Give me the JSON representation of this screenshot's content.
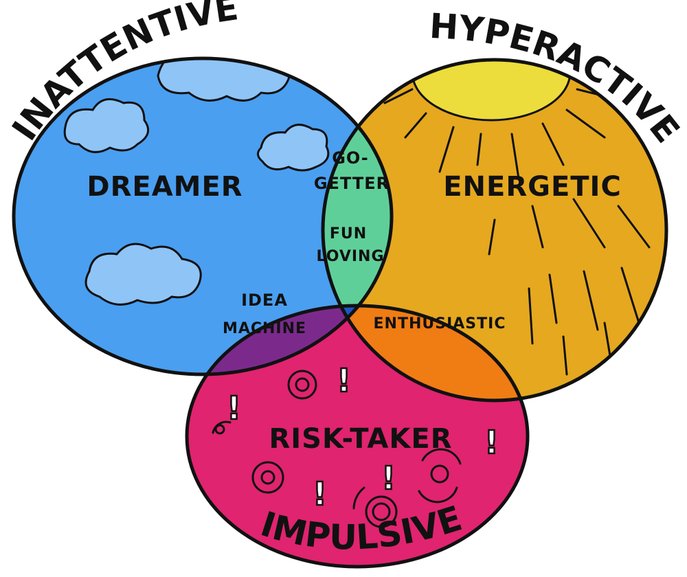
{
  "sets": {
    "inattentive": "INATTENTIVE",
    "hyperactive": "HYPERACTIVE",
    "impulsive": "IMPULSIVE"
  },
  "regions": {
    "dreamer": "DREAMER",
    "energetic": "ENERGETIC",
    "risk_taker": "RISK-TAKER",
    "go_getter_line1": "GO-",
    "go_getter_line2": "GETTER",
    "idea_line1": "IDEA",
    "idea_line2": "MACHINE",
    "enthusiastic": "ENTHUSIASTIC",
    "fun_line1": "FUN",
    "fun_line2": "LOVING"
  },
  "colors": {
    "inattentive": "#4a9ff0",
    "hyperactive": "#e5a81f",
    "impulsive": "#e0246f",
    "go_getter": "#5fcf99",
    "idea_machine": "#7b2a8c",
    "enthusiastic": "#f07c14",
    "fun_loving": "#1f56c4",
    "cloud": "#8fc4f7",
    "sun": "#ecdc3c"
  },
  "icons": {
    "clouds": "cloud-icon",
    "sun": "sun-icon",
    "exclamations": "exclamation-icon"
  }
}
